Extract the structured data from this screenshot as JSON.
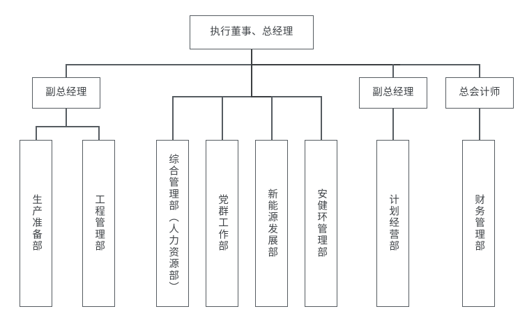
{
  "chart": {
    "type": "org-chart",
    "title": "执行董事、总经理",
    "orientation": "top-down",
    "line_color": "#555b60",
    "trunk_color": "#3a3d40",
    "box_fill": "#ffffff",
    "text_color": "#3f4347"
  },
  "root": {
    "label": "执行董事、总经理"
  },
  "level2": [
    {
      "label": "副总经理"
    },
    {
      "label": "副总经理"
    },
    {
      "label": "总会计师"
    }
  ],
  "departments": {
    "under_deputy_left": [
      {
        "label": "生产准备部"
      },
      {
        "label": "工程管理部"
      }
    ],
    "under_root_direct": [
      {
        "label": "综合管理部（人力资源部）"
      },
      {
        "label": "党群工作部"
      },
      {
        "label": "新能源发展部"
      },
      {
        "label": "安健环管理部"
      }
    ],
    "under_deputy_right": [
      {
        "label": "计划经营部"
      }
    ],
    "under_chief_accountant": [
      {
        "label": "财务管理部"
      }
    ]
  }
}
